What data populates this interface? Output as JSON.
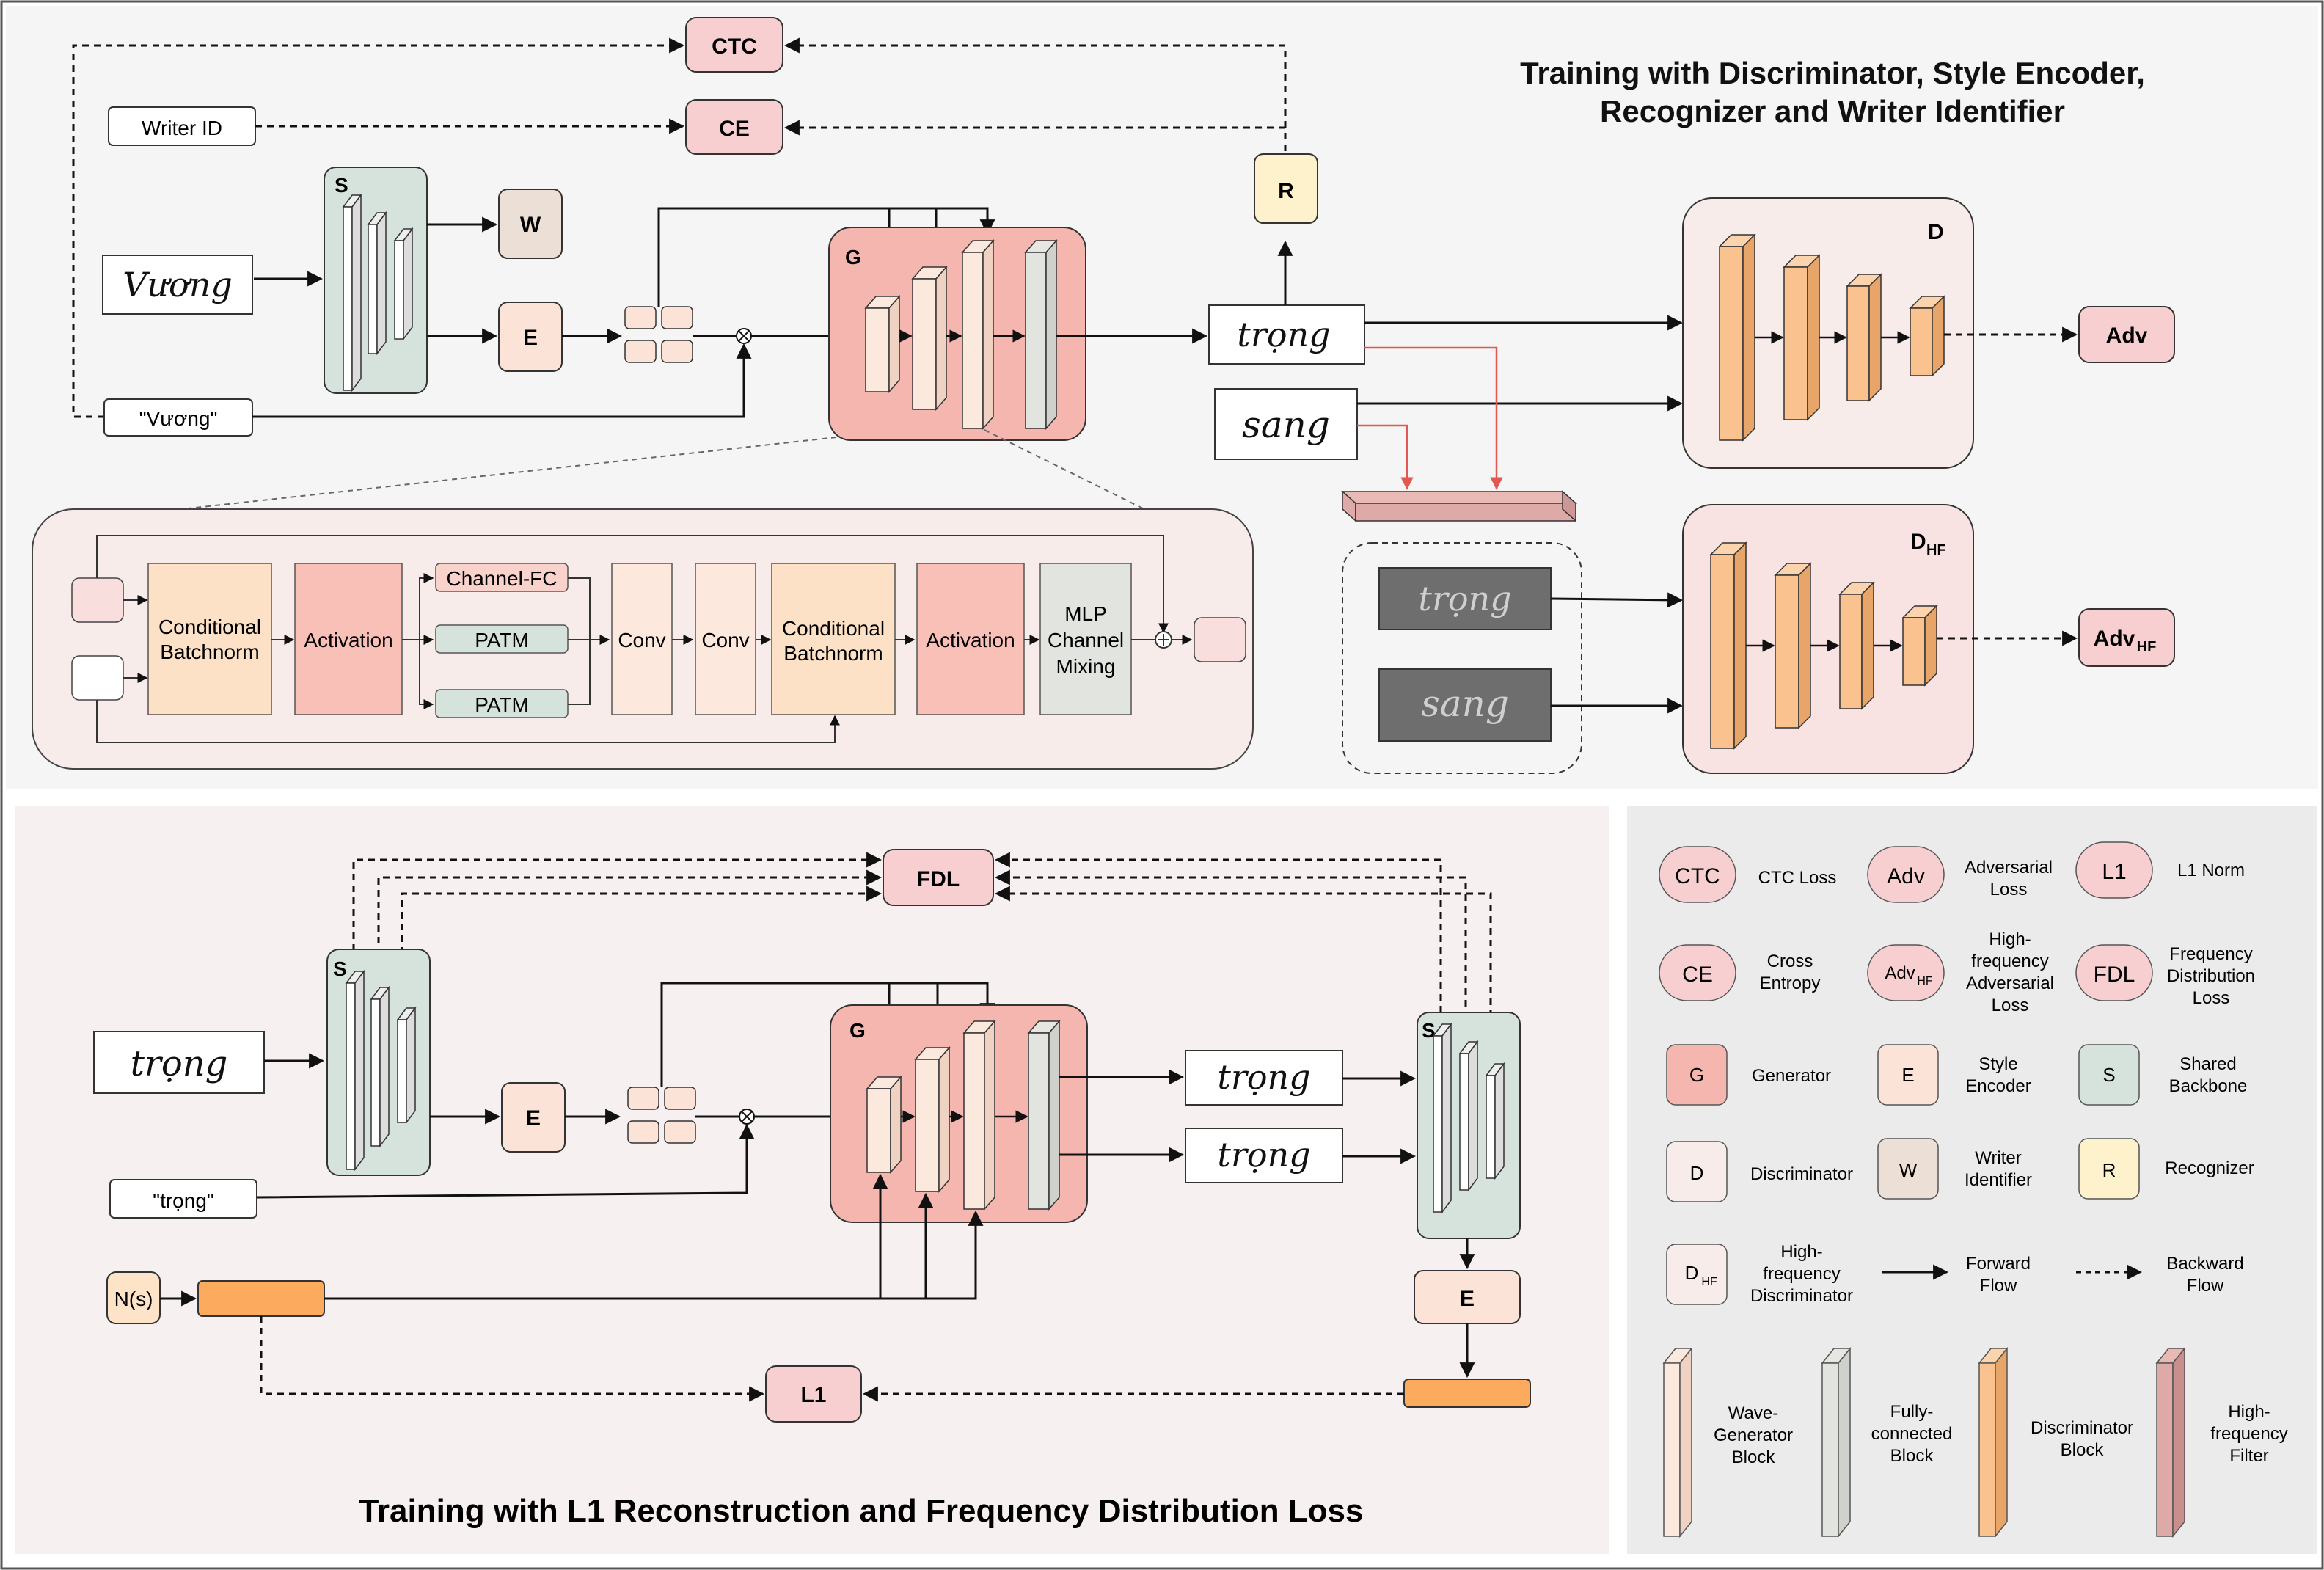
{
  "top": {
    "title_line1": "Training with Discriminator, Style Encoder,",
    "title_line2": "Recognizer and Writer Identifier",
    "ctc": "CTC",
    "ce": "CE",
    "writer_id": "Writer ID",
    "text_label": "\"Vương\"",
    "input_word": "Vương",
    "s": "S",
    "w": "W",
    "e": "E",
    "g": "G",
    "r": "R",
    "d": "D",
    "dhf": "D",
    "dhf_sub": "HF",
    "adv": "Adv",
    "advhf": "Adv",
    "advhf_sub": "HF",
    "gen_word": "trọng",
    "real_word": "sang",
    "block": {
      "cond_bn": "Conditional Batchnorm",
      "activation": "Activation",
      "channel_fc": "Channel-FC",
      "patm": "PATM",
      "conv": "Conv",
      "mlp": "MLP Channel Mixing"
    }
  },
  "bottom": {
    "title": "Training with L1 Reconstruction and Frequency Distribution Loss",
    "fdl": "FDL",
    "l1": "L1",
    "s": "S",
    "e": "E",
    "g": "G",
    "text_label": "\"trọng\"",
    "noise": "N(s)",
    "input_word": "trọng"
  },
  "legend": {
    "items": [
      {
        "symbol": "CTC",
        "label": "CTC Loss"
      },
      {
        "symbol": "Adv",
        "label": "Adversarial Loss"
      },
      {
        "symbol": "L1",
        "label": "L1 Norm"
      },
      {
        "symbol": "CE",
        "label": "Cross Entropy"
      },
      {
        "symbol": "Adv",
        "symbol_sub": "HF",
        "label": "High-frequency Adversarial Loss"
      },
      {
        "symbol": "FDL",
        "label": "Frequency Distribution Loss"
      },
      {
        "symbol": "G",
        "label": "Generator"
      },
      {
        "symbol": "E",
        "label": "Style Encoder"
      },
      {
        "symbol": "S",
        "label": "Shared Backbone"
      },
      {
        "symbol": "D",
        "label": "Discriminator"
      },
      {
        "symbol": "W",
        "label": "Writer Identifier"
      },
      {
        "symbol": "R",
        "label": "Recognizer"
      },
      {
        "symbol": "D",
        "symbol_sub": "HF",
        "label": "High-frequency Discriminator"
      },
      {
        "symbol": "",
        "label": "Forward Flow"
      },
      {
        "symbol": "",
        "label": "Backward Flow"
      },
      {
        "symbol": "",
        "label": "Wave-Generator Block"
      },
      {
        "symbol": "",
        "label": "Fully-connected Block"
      },
      {
        "symbol": "",
        "label": "Discriminator Block"
      },
      {
        "symbol": "",
        "label": "High-frequency Filter"
      }
    ]
  },
  "colors": {
    "loss_pink": "#f7cfd0",
    "generator": "#f4b6ae",
    "encoder": "#fce3d8",
    "backbone": "#d6e3dc",
    "writer": "#ebdfd6",
    "recognizer": "#fdf2cc",
    "discriminator_panel": "#f7ecea",
    "disc_block": "#f9c28f",
    "noise_bar": "#fbaa5e",
    "hf_filter": "#deaaa8"
  }
}
